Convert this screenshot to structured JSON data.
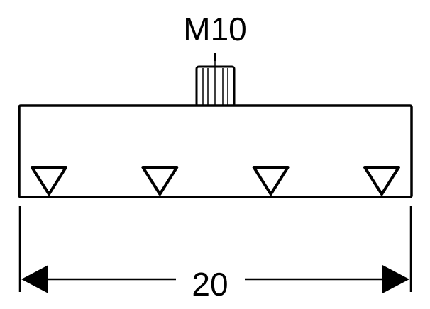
{
  "drawing": {
    "thread_label": "M10",
    "dimension_value": "20",
    "tooth_count": 4,
    "stroke_color": "#000000",
    "background_color": "#ffffff"
  }
}
